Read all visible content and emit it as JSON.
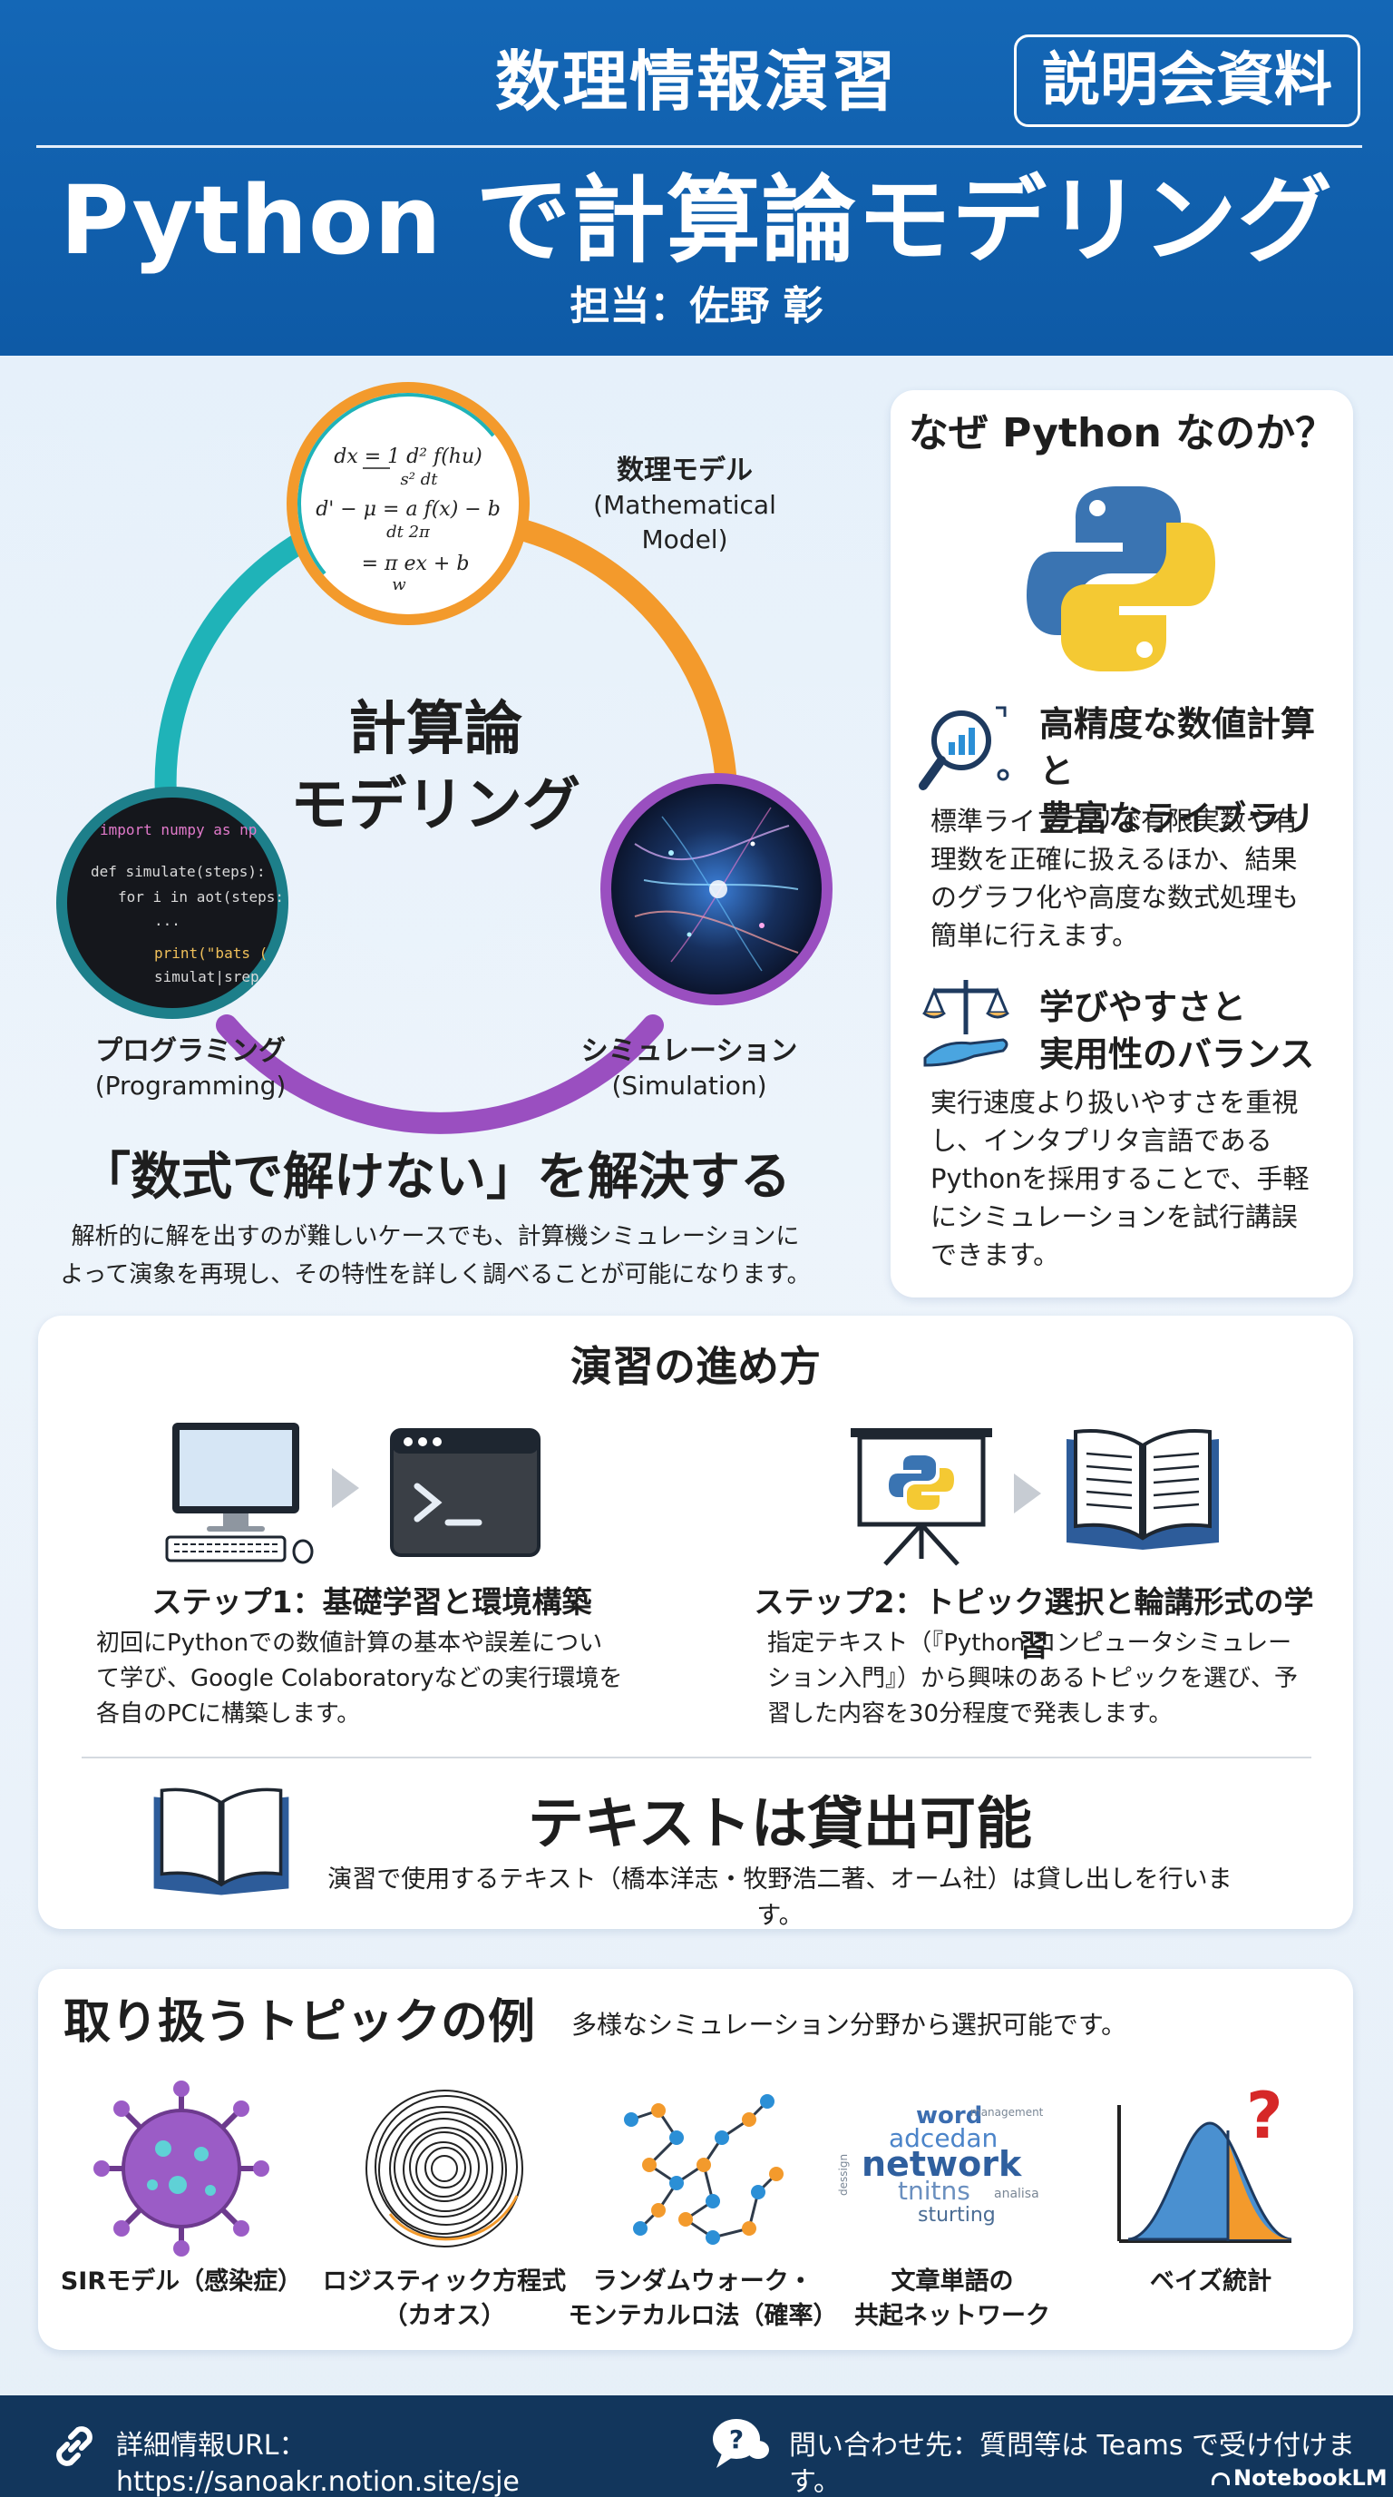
{
  "header": {
    "subtitle": "数理情報演習",
    "badge": "説明会資料",
    "title": "Python で計算論モデリング",
    "author": "担当：佐野 彰"
  },
  "cycle": {
    "center_line1": "計算論",
    "center_line2": "モデリング",
    "math_model": {
      "ja": "数理モデル",
      "en": "(Mathematical Model)"
    },
    "programming": {
      "ja": "プログラミング",
      "en": "(Programming)"
    },
    "simulation": {
      "ja": "シミュレーション",
      "en": "(Simulation)"
    },
    "equations": [
      "dx = 1 d² f(hu)",
      "s² dt",
      "d' − μ = a f(x) − b",
      "dt 2π",
      "= π ex + b",
      "w"
    ],
    "code_lines": [
      "import numpy as np",
      "def simulate(steps):",
      "for i in aot(steps:",
      "...",
      "print(\"bats (",
      "simulat|srep"
    ]
  },
  "solve": {
    "title": "「数式で解けない」を解決する",
    "desc_line1": "解析的に解を出すのが難しいケースでも、計算機シミュレーションに",
    "desc_line2": "よって演象を再現し、その特性を詳しく調べることが可能になります。"
  },
  "why": {
    "title": "なぜ Python なのか？",
    "item1": {
      "heading1": "高精度な数値計算と",
      "heading2": "豊富なライブラリ",
      "body": [
        "標準ライブラリで有限実数や有",
        "理数を正確に扱えるほか、結果",
        "のグラフ化や高度な数式処理も",
        "簡単に行えます。"
      ]
    },
    "item2": {
      "heading1": "学びやすさと",
      "heading2": "実用性のバランス",
      "body": [
        "実行速度より扱いやすさを重視",
        "し、インタプリタ言語である",
        "Pythonを採用することで、手軽",
        "にシミュレーションを試行講誤",
        "できます。"
      ]
    }
  },
  "steps": {
    "title": "演習の進め方",
    "step1": {
      "heading": "ステップ1：基礎学習と環境構築",
      "body": [
        "初回にPythonでの数値計算の基本や誤差につい",
        "て学び、Google Colaboratoryなどの実行環境を",
        "各自のPCに構築します。"
      ]
    },
    "step2": {
      "heading": "ステップ2：トピック選択と輪講形式の学習",
      "body": [
        "指定テキスト（『Python コンピュータシミュレー",
        "ション入門』）から興味のあるトピックを選び、予",
        "習した内容を30分程度で発表します。"
      ]
    },
    "lend": {
      "heading": "テキストは貸出可能",
      "body": "演習で使用するテキスト（橋本洋志・牧野浩二著、オーム社）は貸し出しを行います。"
    }
  },
  "topics": {
    "title": "取り扱うトピックの例",
    "subtitle": "多様なシミュレーション分野から選択可能です。",
    "items": [
      {
        "line1": "SIRモデル（感染症）",
        "line2": ""
      },
      {
        "line1": "ロジスティック方程式",
        "line2": "（カオス）"
      },
      {
        "line1": "ランダムウォーク・",
        "line2": "モンテカルロ法（確率）"
      },
      {
        "line1": "文章単語の",
        "line2": "共起ネットワーク"
      },
      {
        "line1": "ベイズ統計",
        "line2": ""
      }
    ],
    "wordcloud": [
      "word",
      "adcedan",
      "network",
      "tnitns",
      "sturting",
      "management",
      "analisa",
      "dessign"
    ]
  },
  "footer": {
    "url_text": "詳細情報URL：https://sanoakr.notion.site/sje",
    "contact_text": "問い合わせ先：質問等は Teams で受け付けます。",
    "brand": "NotebookLM"
  },
  "colors": {
    "header_blue": "#1467b6",
    "footer_navy": "#12365c",
    "teal": "#1fb3b8",
    "orange": "#f39a2c",
    "purple": "#9a4fc0",
    "python_blue": "#3a74b2",
    "python_yellow": "#f4c933"
  }
}
